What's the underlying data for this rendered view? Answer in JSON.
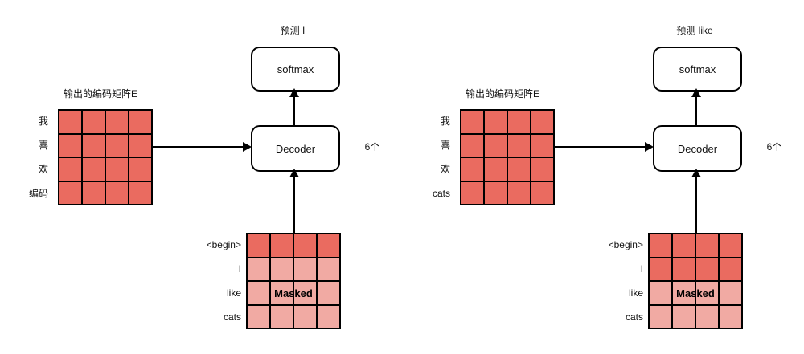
{
  "colors": {
    "dark": "#ea6b60",
    "light": "#f1aaa3",
    "line": "#000000"
  },
  "diagrams": [
    {
      "title": "预测 I",
      "softmax_label": "softmax",
      "decoder_label": "Decoder",
      "count_label": "6个",
      "encoder_matrix_label": "输出的编码矩阵E",
      "encoder_row_labels": [
        "我",
        "喜",
        "欢",
        "编码"
      ],
      "encoder_grid": {
        "rows": 4,
        "cols": 4,
        "row_shades": [
          "dark",
          "dark",
          "dark",
          "dark"
        ]
      },
      "input_row_labels": [
        "<begin>",
        "I",
        "like",
        "cats"
      ],
      "input_grid": {
        "rows": 4,
        "cols": 4,
        "row_shades": [
          "dark",
          "light",
          "light",
          "light"
        ]
      },
      "masked_label": "Masked"
    },
    {
      "title": "预测 like",
      "softmax_label": "softmax",
      "decoder_label": "Decoder",
      "count_label": "6个",
      "encoder_matrix_label": "输出的编码矩阵E",
      "encoder_row_labels": [
        "我",
        "喜",
        "欢",
        "cats"
      ],
      "encoder_grid": {
        "rows": 4,
        "cols": 4,
        "row_shades": [
          "dark",
          "dark",
          "dark",
          "dark"
        ]
      },
      "input_row_labels": [
        "<begin>",
        "I",
        "like",
        "cats"
      ],
      "input_grid": {
        "rows": 4,
        "cols": 4,
        "row_shades": [
          "dark",
          "dark",
          "light",
          "light"
        ]
      },
      "masked_label": "Masked"
    }
  ]
}
